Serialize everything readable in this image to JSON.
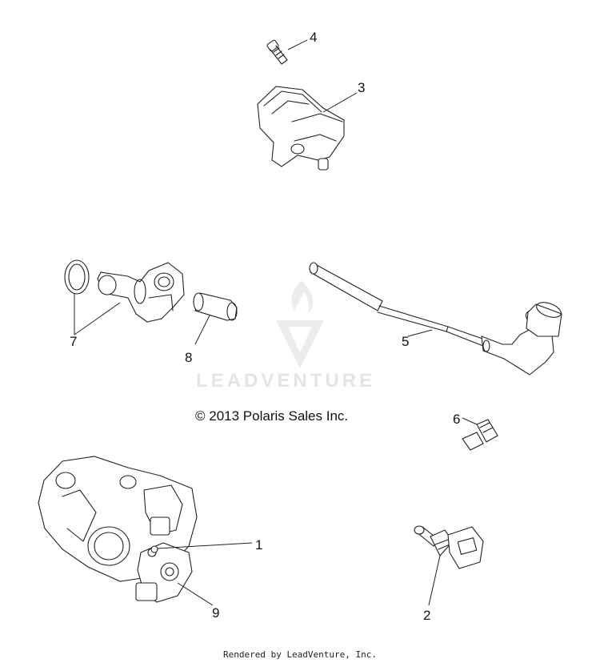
{
  "diagram": {
    "callouts": [
      {
        "id": "1",
        "label": "1"
      },
      {
        "id": "2",
        "label": "2"
      },
      {
        "id": "3",
        "label": "3"
      },
      {
        "id": "4",
        "label": "4"
      },
      {
        "id": "5",
        "label": "5"
      },
      {
        "id": "6",
        "label": "6"
      },
      {
        "id": "7",
        "label": "7"
      },
      {
        "id": "8",
        "label": "8"
      },
      {
        "id": "9",
        "label": "9"
      }
    ],
    "copyright": "© 2013 Polaris Sales Inc.",
    "watermark": "LEADVENTURE",
    "footer": "Rendered by LeadVenture, Inc."
  },
  "icons": {
    "watermark_logo": "leadventure-flame-logo"
  }
}
